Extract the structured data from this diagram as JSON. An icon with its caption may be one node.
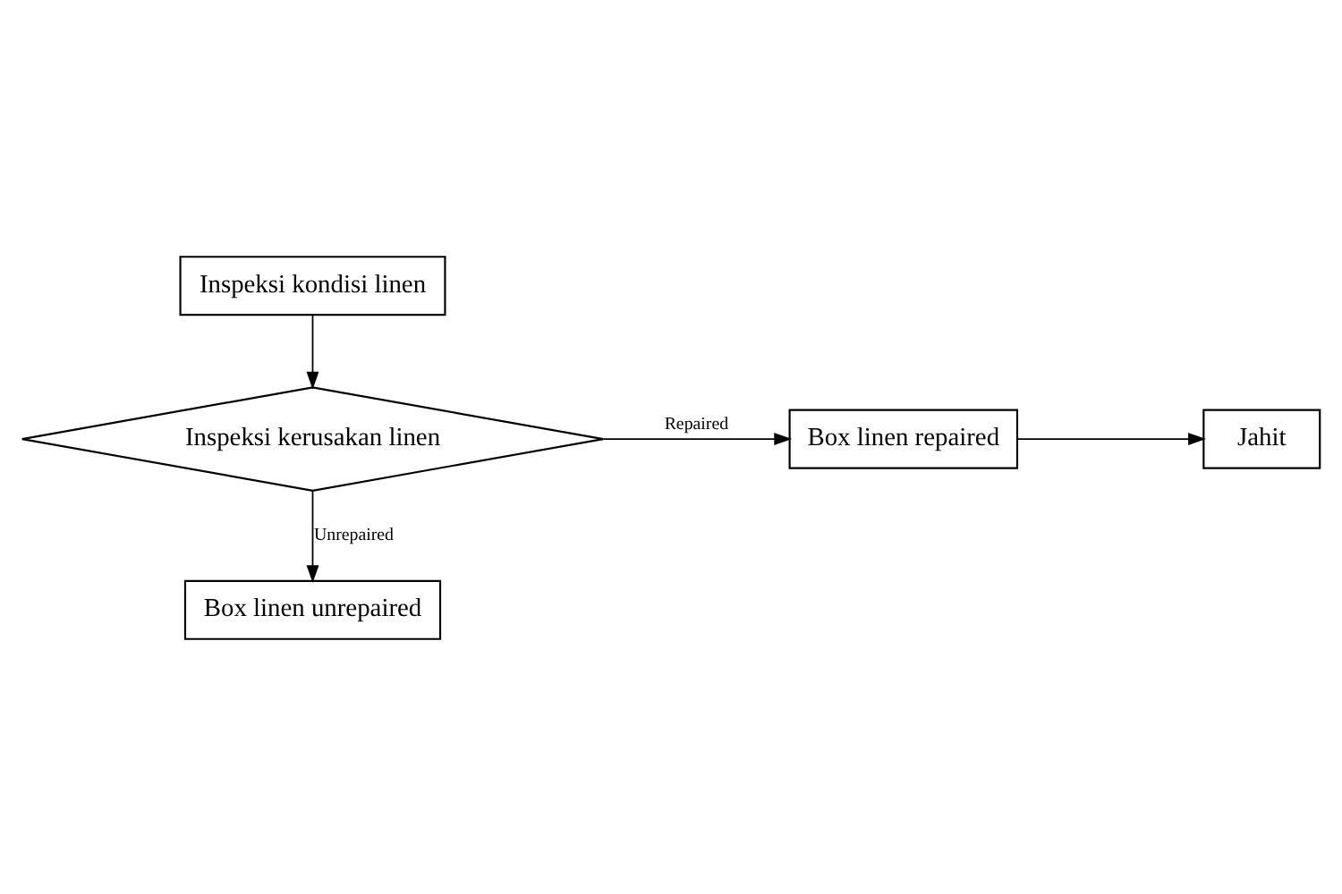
{
  "diagram": {
    "nodes": [
      {
        "text": [
          "Inspeksi kondisi linen"
        ]
      },
      {
        "text": [
          "Inspeksi kerusakan linen"
        ]
      },
      {
        "text": [
          "Box linen repaired"
        ]
      },
      {
        "text": [
          "Jahit"
        ]
      },
      {
        "text": [
          "Box linen unrepaired"
        ]
      }
    ],
    "edges": [
      {
        "from": 0,
        "to": 1,
        "arrow": "to"
      },
      {
        "from": 1,
        "to": 2,
        "arrow": "to",
        "label": "Repaired"
      },
      {
        "from": 2,
        "to": 3,
        "arrow": "to"
      },
      {
        "from": 1,
        "to": 4,
        "arrow": "to",
        "label": "Unrepaired"
      }
    ]
  }
}
